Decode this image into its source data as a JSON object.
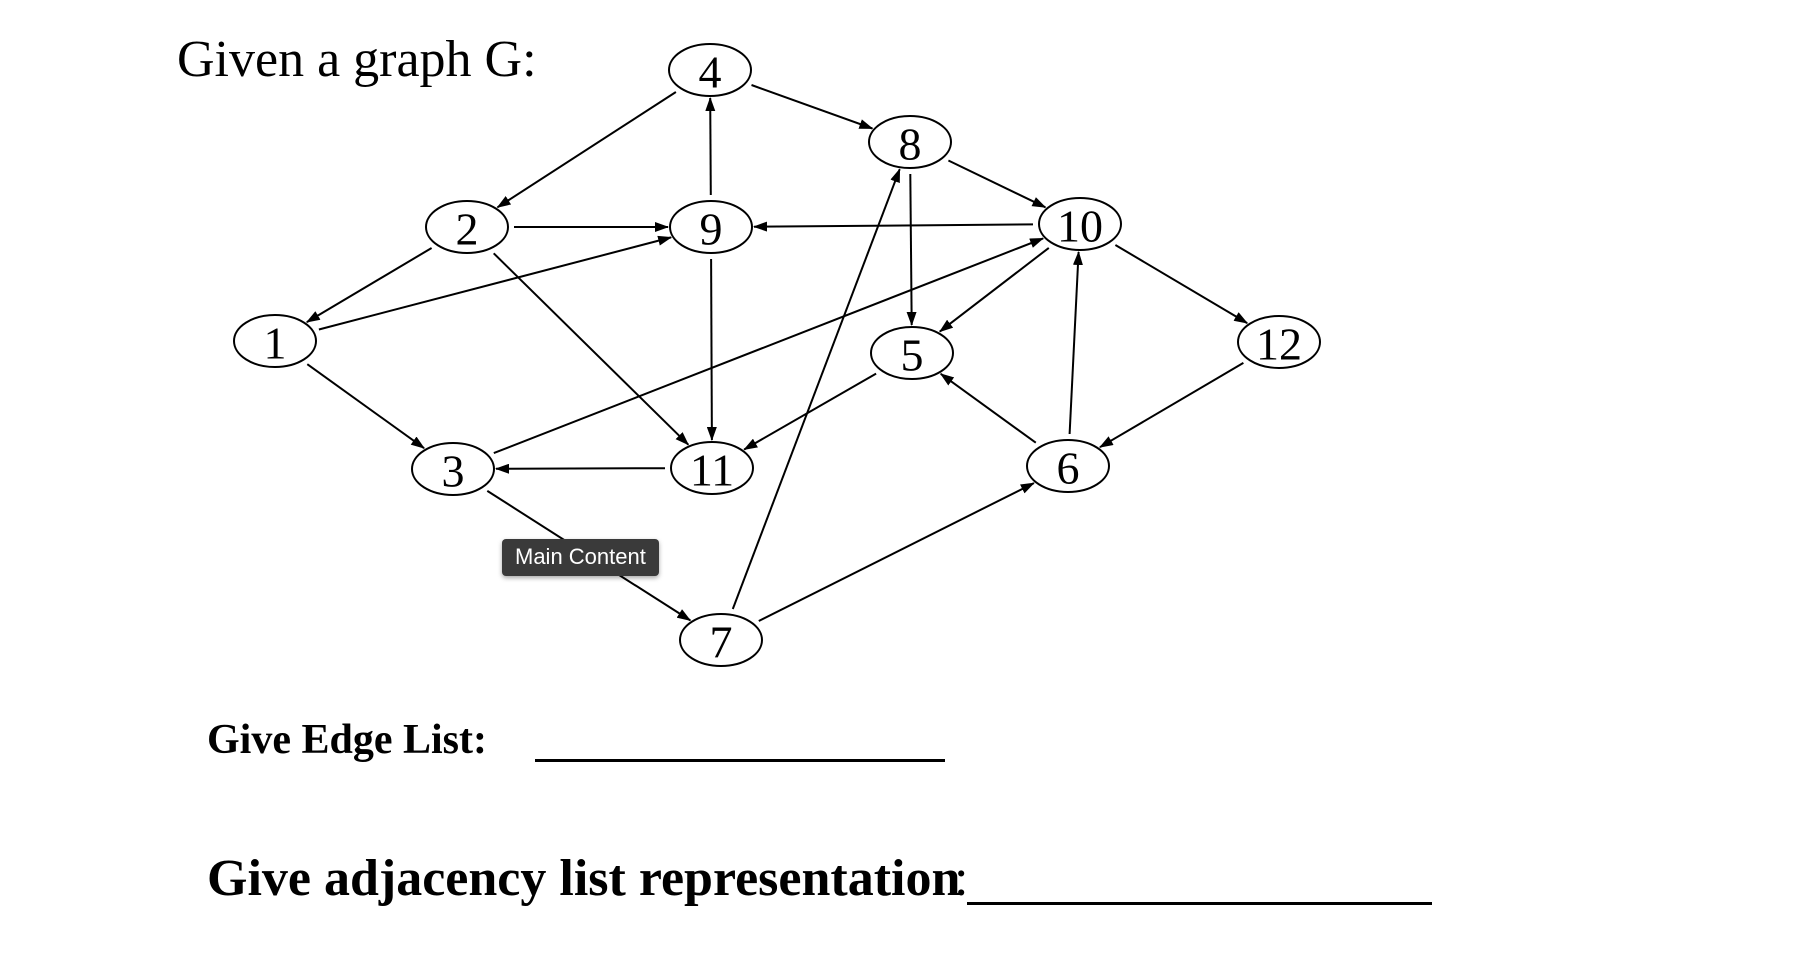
{
  "title": "Given a graph G:",
  "graph": {
    "nodes": [
      {
        "id": "1",
        "label": "1"
      },
      {
        "id": "2",
        "label": "2"
      },
      {
        "id": "3",
        "label": "3"
      },
      {
        "id": "4",
        "label": "4"
      },
      {
        "id": "5",
        "label": "5"
      },
      {
        "id": "6",
        "label": "6"
      },
      {
        "id": "7",
        "label": "7"
      },
      {
        "id": "8",
        "label": "8"
      },
      {
        "id": "9",
        "label": "9"
      },
      {
        "id": "10",
        "label": "10"
      },
      {
        "id": "11",
        "label": "11"
      },
      {
        "id": "12",
        "label": "12"
      }
    ],
    "edges": [
      {
        "from": "4",
        "to": "2"
      },
      {
        "from": "4",
        "to": "8"
      },
      {
        "from": "9",
        "to": "4"
      },
      {
        "from": "2",
        "to": "9"
      },
      {
        "from": "2",
        "to": "1"
      },
      {
        "from": "2",
        "to": "11"
      },
      {
        "from": "1",
        "to": "9"
      },
      {
        "from": "1",
        "to": "3"
      },
      {
        "from": "10",
        "to": "9"
      },
      {
        "from": "8",
        "to": "10"
      },
      {
        "from": "8",
        "to": "5"
      },
      {
        "from": "10",
        "to": "5"
      },
      {
        "from": "10",
        "to": "12"
      },
      {
        "from": "3",
        "to": "10"
      },
      {
        "from": "9",
        "to": "11"
      },
      {
        "from": "11",
        "to": "3"
      },
      {
        "from": "5",
        "to": "11"
      },
      {
        "from": "6",
        "to": "10"
      },
      {
        "from": "6",
        "to": "5"
      },
      {
        "from": "12",
        "to": "6"
      },
      {
        "from": "7",
        "to": "8"
      },
      {
        "from": "3",
        "to": "7"
      },
      {
        "from": "7",
        "to": "6"
      }
    ]
  },
  "tooltip": "Main Content",
  "questions": {
    "edge_list": "Give Edge List:",
    "adjacency": "Give adjacency list representation",
    "adjacency_colon": ":"
  }
}
